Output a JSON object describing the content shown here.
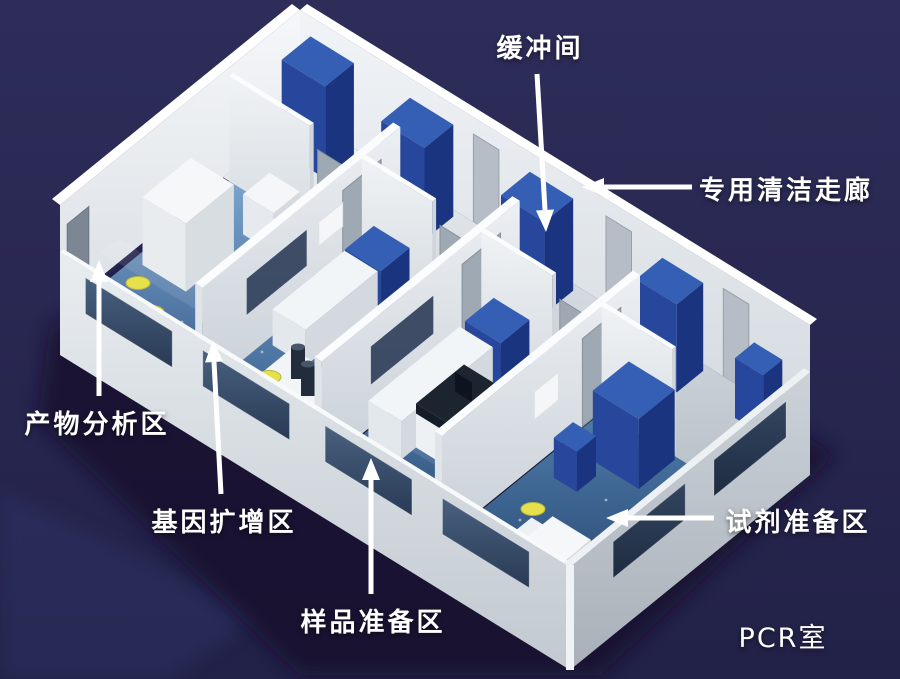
{
  "palette": {
    "page_background": "#292850",
    "wall_light": "#f2f4f6",
    "wall_shade": "#d7dce2",
    "floor_blue": "#5c88b9",
    "corridor_floor": "#dfe4e9",
    "cabinet_blue": "#27479c",
    "cabinet_blue_dark": "#1b3480",
    "cabinet_blue_top": "#355fb4",
    "glass_dark": "#2c3c58",
    "door_gray": "#9fa9b3",
    "stool_yellow": "#e6e04a",
    "arrow_white": "#ffffff",
    "label_text": "#ffffff"
  },
  "labels": {
    "buffer_room": "缓冲间",
    "clean_corridor": "专用清洁走廊",
    "product_analysis_area": "产物分析区",
    "gene_amplification_area": "基因扩增区",
    "sample_preparation_area": "样品准备区",
    "reagent_preparation_area": "试剂准备区",
    "pcr_room": "PCR室"
  },
  "diagram": {
    "type": "isometric-laboratory-floor-plan",
    "subject": "PCR室",
    "callouts": [
      {
        "label": "缓冲间",
        "arrow": "down"
      },
      {
        "label": "专用清洁走廊",
        "arrow": "left"
      },
      {
        "label": "产物分析区",
        "arrow": "up"
      },
      {
        "label": "基因扩增区",
        "arrow": "up"
      },
      {
        "label": "样品准备区",
        "arrow": "up"
      },
      {
        "label": "试剂准备区",
        "arrow": "left"
      },
      {
        "label": "PCR室",
        "arrow": "none"
      }
    ],
    "rooms_left_to_right": [
      "产物分析区",
      "基因扩增区",
      "样品准备区",
      "试剂准备区"
    ],
    "circulation": [
      "专用清洁走廊",
      "缓冲间"
    ]
  }
}
